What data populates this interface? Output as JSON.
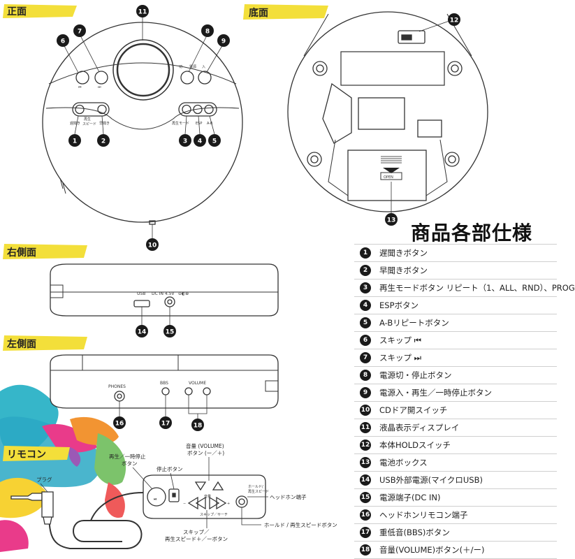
{
  "sections": {
    "front": "正面",
    "bottom": "底面",
    "right_side": "右側面",
    "left_side": "左側面",
    "remote": "リモコン"
  },
  "spec_title": "商品各部仕様",
  "front_labels": {
    "btn1": "遅聞き",
    "btn_speed": "再生\nスピード",
    "btn2": "早聞き",
    "mode": "再生モード",
    "esp": "ESP",
    "ab": "A-B",
    "kiri": "切",
    "dengen": "電源",
    "iri": "入"
  },
  "right_side_labels": {
    "usb": "USB",
    "dcin": "DC IN 4.5V"
  },
  "left_side_labels": {
    "phones": "PHONES",
    "bbs": "BBS",
    "volume": "VOLUME"
  },
  "bottom_labels": {
    "open": "OPEN"
  },
  "remote_labels": {
    "plug": "プラグ",
    "play_pause": "再生／一時停止\nボタン",
    "stop": "停止ボタン",
    "volume": "音量 (VOLUME)\nボタン (ー／＋)",
    "headphone": "ヘッドホン端子",
    "skip": "スキップ／\n再生スピード＋／ーボタン",
    "hold": "ホールド / 再生スピードボタン",
    "vol_small": "音量",
    "skip_search": "スキップ／サーチ",
    "hold_small": "ホールド/\n再生スピード"
  },
  "badges": [
    "1",
    "2",
    "3",
    "4",
    "5",
    "6",
    "7",
    "8",
    "9",
    "10",
    "11",
    "12",
    "13",
    "14",
    "15",
    "16",
    "17",
    "18"
  ],
  "spec_items": [
    {
      "num": "1",
      "label": "遅聞きボタン"
    },
    {
      "num": "2",
      "label": "早聞きボタン"
    },
    {
      "num": "3",
      "label": "再生モードボタン リピート（1、ALL、RND）、PROG"
    },
    {
      "num": "4",
      "label": "ESPボタン"
    },
    {
      "num": "5",
      "label": "A-Bリピートボタン"
    },
    {
      "num": "6",
      "label": "スキップ ⏮"
    },
    {
      "num": "7",
      "label": "スキップ ⏭"
    },
    {
      "num": "8",
      "label": "電源切・停止ボタン"
    },
    {
      "num": "9",
      "label": "電源入・再生／一時停止ボタン"
    },
    {
      "num": "10",
      "label": "CDドア開スイッチ"
    },
    {
      "num": "11",
      "label": "液晶表示ディスプレイ"
    },
    {
      "num": "12",
      "label": "本体HOLDスイッチ"
    },
    {
      "num": "13",
      "label": "電池ボックス"
    },
    {
      "num": "14",
      "label": "USB外部電源(マイクロUSB)"
    },
    {
      "num": "15",
      "label": "電源端子(DC IN)"
    },
    {
      "num": "16",
      "label": "ヘッドホンリモコン端子"
    },
    {
      "num": "17",
      "label": "重低音(BBS)ボタン"
    },
    {
      "num": "18",
      "label": "音量(VOLUME)ボタン(＋/ー)"
    }
  ],
  "colors": {
    "highlight_yellow": "#f3df3a",
    "badge": "#1a1a1a",
    "line": "#333333"
  }
}
